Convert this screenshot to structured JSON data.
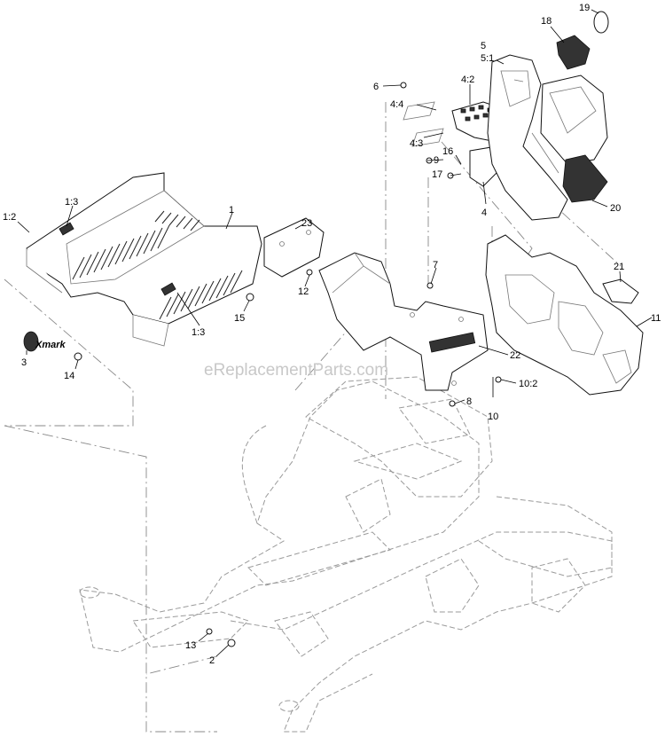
{
  "watermark": "eReplacementParts.com",
  "callouts": {
    "c1": "1",
    "c1_2": "1:2",
    "c1_3a": "1:3",
    "c1_3b": "1:3",
    "c2": "2",
    "c3": "3",
    "c4": "4",
    "c4_2": "4:2",
    "c4_3": "4:3",
    "c4_4": "4:4",
    "c5": "5",
    "c5_1": "5:1",
    "c6": "6",
    "c7": "7",
    "c8": "8",
    "c9": "9",
    "c10": "10",
    "c10_2": "10:2",
    "c11": "11",
    "c12": "12",
    "c13": "13",
    "c14": "14",
    "c15": "15",
    "c16": "16",
    "c17": "17",
    "c18": "18",
    "c19": "19",
    "c20": "20",
    "c21": "21",
    "c22": "22",
    "c23": "23"
  },
  "decal_text": "Xmark"
}
